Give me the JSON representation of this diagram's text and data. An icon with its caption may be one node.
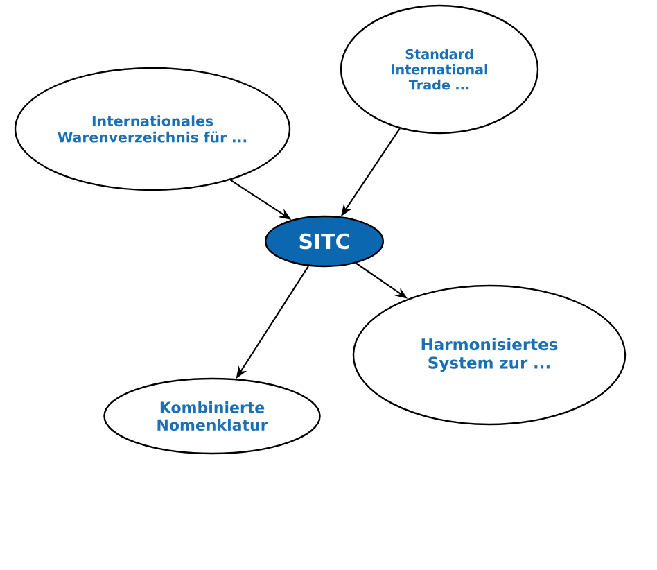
{
  "diagram": {
    "nodes": [
      {
        "text": [
          "Internationales Warenverzeichnis für ..."
        ]
      },
      {
        "text": [
          "Standard International Trade ..."
        ]
      },
      {
        "text": [
          "SITC"
        ]
      },
      {
        "text": [
          "Kombinierte Nomenklatur"
        ]
      },
      {
        "text": [
          "Harmonisiertes System zur ..."
        ]
      }
    ],
    "edges": [
      {
        "from": 0,
        "to": 2,
        "arrow": "to"
      },
      {
        "from": 1,
        "to": 2,
        "arrow": "to"
      },
      {
        "from": 2,
        "to": 3,
        "arrow": "to"
      },
      {
        "from": 2,
        "to": 4,
        "arrow": "to"
      }
    ]
  }
}
